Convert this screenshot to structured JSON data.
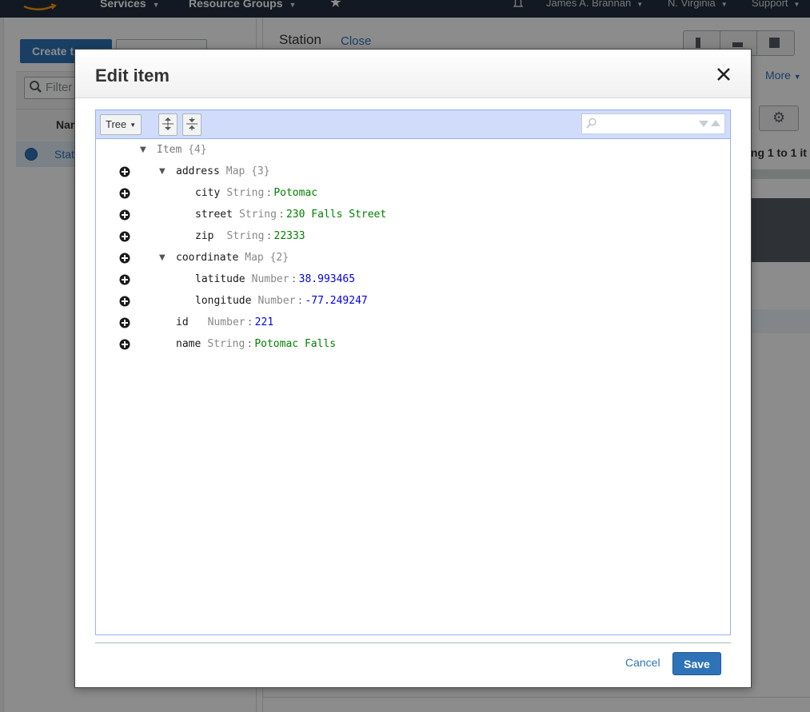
{
  "topnav": {
    "services_label": "Services",
    "resource_groups_label": "Resource Groups",
    "user_label": "James A. Brannan",
    "region_label": "N. Virginia",
    "support_label": "Support"
  },
  "left_pane": {
    "create_label": "Create t",
    "filter_placeholder": "Filter",
    "column_header": "Nar",
    "row_label": "Stat"
  },
  "right_pane": {
    "title": "Station",
    "close_label": "Close",
    "more_label": "More",
    "range_text": "ing 1 to 1 it"
  },
  "modal": {
    "title": "Edit item",
    "mode_label": "Tree",
    "search_value": "",
    "cancel_label": "Cancel",
    "save_label": "Save",
    "tree": {
      "root": {
        "name": "Item",
        "count": "{4}"
      },
      "address": {
        "name": "address",
        "type": "Map",
        "count": "{3}"
      },
      "city": {
        "name": "city",
        "type": "String",
        "value": "Potomac"
      },
      "street": {
        "name": "street",
        "type": "String",
        "value": "230 Falls Street"
      },
      "zip": {
        "name": "zip",
        "type": "String",
        "value": "22333"
      },
      "coordinate": {
        "name": "coordinate",
        "type": "Map",
        "count": "{2}"
      },
      "latitude": {
        "name": "latitude",
        "type": "Number",
        "value": "38.993465"
      },
      "longitude": {
        "name": "longitude",
        "type": "Number",
        "value": "-77.249247"
      },
      "id": {
        "name": "id",
        "type": "Number",
        "value": "221"
      },
      "name": {
        "name": "name",
        "type": "String",
        "value": "Potomac Falls"
      }
    }
  },
  "colors": {
    "aws_navy": "#232f3e",
    "primary_blue": "#2e73b8",
    "editor_toolbar": "#d0dcfa",
    "string_value": "#008000",
    "number_value": "#0000ee"
  }
}
